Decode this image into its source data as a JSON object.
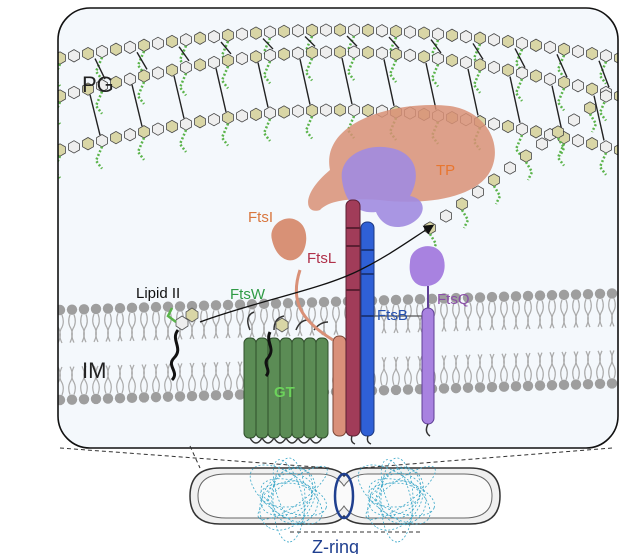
{
  "labels": {
    "pg": "PG",
    "im": "IM",
    "lipid_ii": "Lipid II",
    "ftsw": "FtsW",
    "ftsi": "FtsI",
    "ftsl": "FtsL",
    "ftsb": "FtsB",
    "ftsq": "FtsQ",
    "tp": "TP",
    "gt": "GT",
    "z_ring": "Z-ring"
  },
  "colors": {
    "pg_hexagon_fill": "#d9d6a6",
    "pg_hexagon_alt": "#eeeeee",
    "pg_peptide": "#5ab34a",
    "membrane_head": "#9e9e9e",
    "ftsw": "#5b8c55",
    "ftsi": "#d99077",
    "ftsl": "#a33c57",
    "ftsb": "#2f5fcf",
    "ftsq": "#9b73d6",
    "label_ftsw": "#2f9a45",
    "label_ftsi": "#d9773f",
    "label_ftsl": "#b0314a",
    "label_ftsb": "#2450b0",
    "label_ftsq": "#8a4fa8",
    "label_tp": "#e8762f",
    "z_ring_dna": "#3aa7c8",
    "z_ring_label": "#1f3f8f"
  }
}
